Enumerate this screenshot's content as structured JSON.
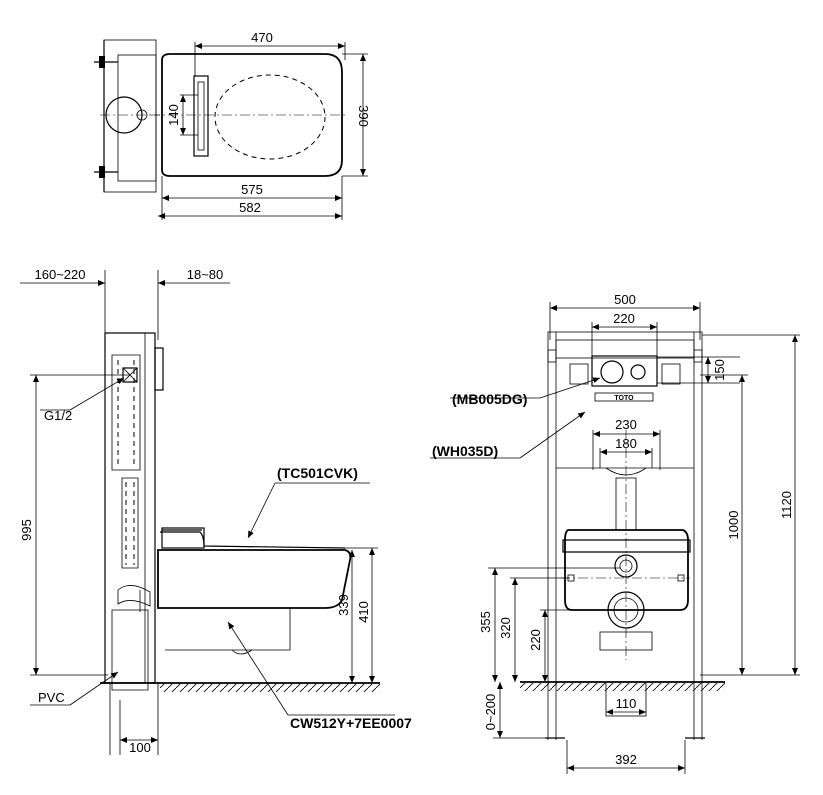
{
  "top_view": {
    "width_470": "470",
    "depth_390": "390",
    "gap_140": "140",
    "length_575": "575",
    "length_582": "582"
  },
  "side_view": {
    "wall_160_220": "160~220",
    "offset_18_80": "18~80",
    "height_995": "995",
    "thread_g12": "G1/2",
    "pvc": "PVC",
    "seat_model": "(TC501CVK)",
    "bowl_model": "CW512Y+7EE0007",
    "height_339": "339",
    "height_410": "410",
    "base_100": "100"
  },
  "front_view": {
    "width_500": "500",
    "width_220": "220",
    "height_150": "150",
    "button_model": "(MB005DG)",
    "cistern_model": "(WH035D)",
    "width_230": "230",
    "width_180": "180",
    "height_1000": "1000",
    "height_1120": "1120",
    "height_355": "355",
    "height_320": "320",
    "height_220": "220",
    "range_0_200": "0~200",
    "width_110": "110",
    "width_392": "392",
    "brand": "TOTO"
  }
}
